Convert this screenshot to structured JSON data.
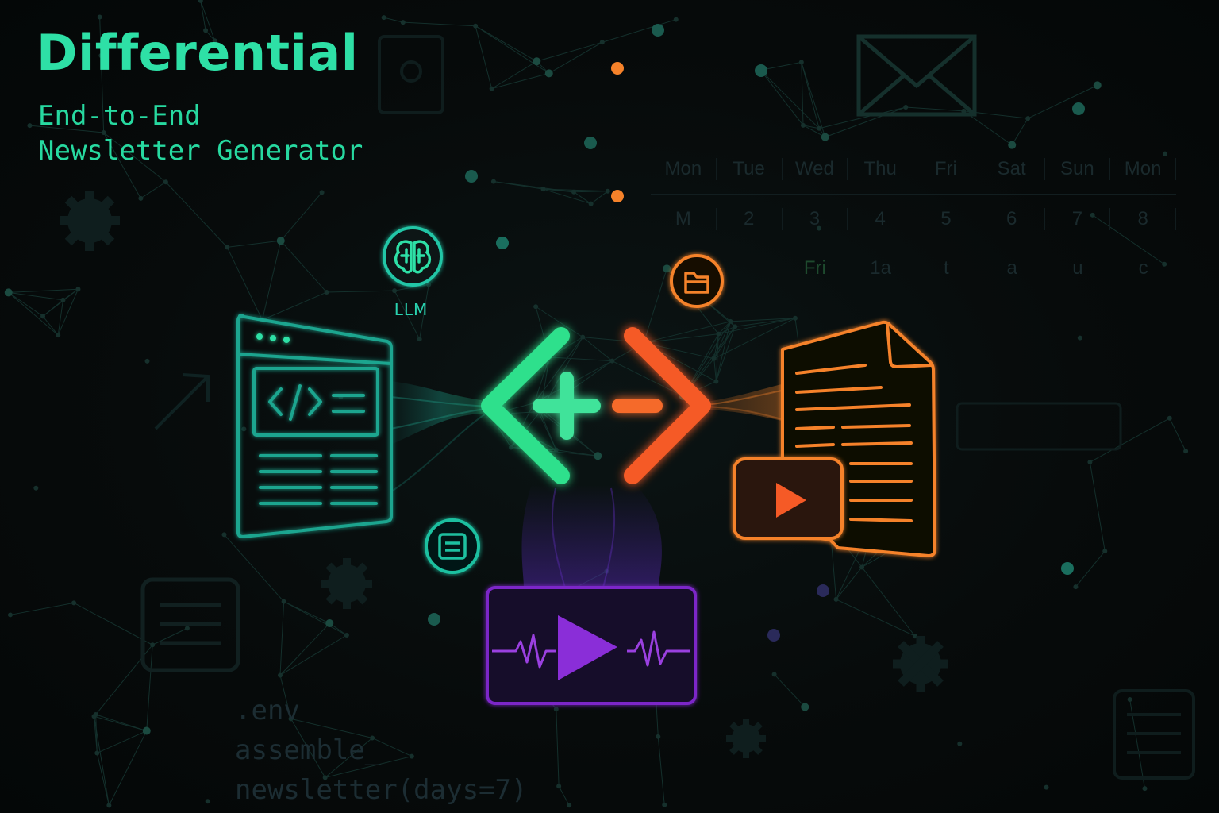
{
  "title": "Differential",
  "subtitle": [
    "End-to-End",
    "Newsletter Generator"
  ],
  "llm_label": "LLM",
  "code_lines": [
    ".env",
    "assemble_",
    "newsletter(days=7)"
  ],
  "calendar": {
    "days": [
      "Mon",
      "Tue",
      "Wed",
      "Thu",
      "Fri",
      "Sat",
      "Sun",
      "Mon"
    ],
    "numbers": [
      "M",
      "2",
      "3",
      "4",
      "5",
      "6",
      "7",
      "8"
    ],
    "extra": [
      "",
      "",
      "Fri",
      "1a",
      "t",
      "a",
      "u",
      "c"
    ]
  },
  "colors": {
    "background": "#060a0a",
    "accent_green": "#2ee0a6",
    "accent_teal": "#1fa58f",
    "accent_orange": "#f5822a",
    "accent_red_orange": "#f55a25",
    "accent_purple": "#7b28c8"
  },
  "icons": [
    "brain-icon",
    "folder-icon",
    "browser-code-icon",
    "diff-chevrons-icon",
    "document-icon",
    "video-play-icon",
    "audio-video-icon",
    "note-icon",
    "envelope-icon",
    "gear-icon"
  ]
}
